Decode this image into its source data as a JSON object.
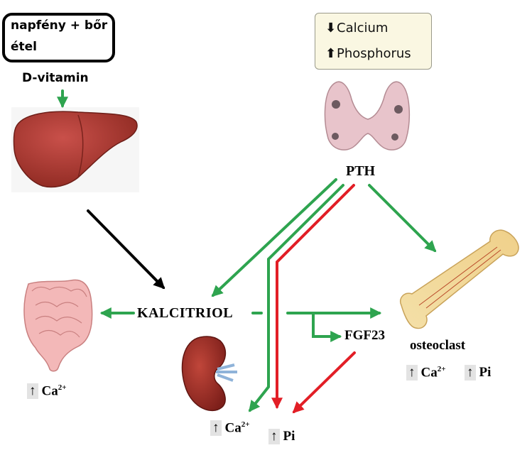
{
  "sources": {
    "line1": "napfény + bőr",
    "line2": "étel"
  },
  "vitamin_d": "D-vitamin",
  "legend": {
    "calcium": {
      "arrow": "down-arrow",
      "label": "Calcium"
    },
    "phosphorus": {
      "arrow": "up-arrow",
      "label": "Phosphorus"
    }
  },
  "pth": "PTH",
  "kalcitriol": "KALCITRIOL",
  "fgf23": "FGF23",
  "osteoclast": "osteoclast",
  "effects": {
    "intestine": {
      "arrow": "↑",
      "ion": "Ca",
      "charge": "2+"
    },
    "kidney_ca": {
      "arrow": "↑",
      "ion": "Ca",
      "charge": "2+"
    },
    "kidney_pi": {
      "arrow": "↑",
      "ion": "Pi"
    },
    "bone_ca": {
      "arrow": "↑",
      "ion": "Ca",
      "charge": "2+"
    },
    "bone_pi": {
      "arrow": "↑",
      "ion": "Pi"
    }
  },
  "colors": {
    "stimulate": "#2ea44f",
    "inhibit": "#e21e26",
    "conversion": "#000000"
  },
  "icons": [
    "liver-icon",
    "thyroid-icon",
    "intestine-icon",
    "kidney-icon",
    "bone-icon"
  ]
}
